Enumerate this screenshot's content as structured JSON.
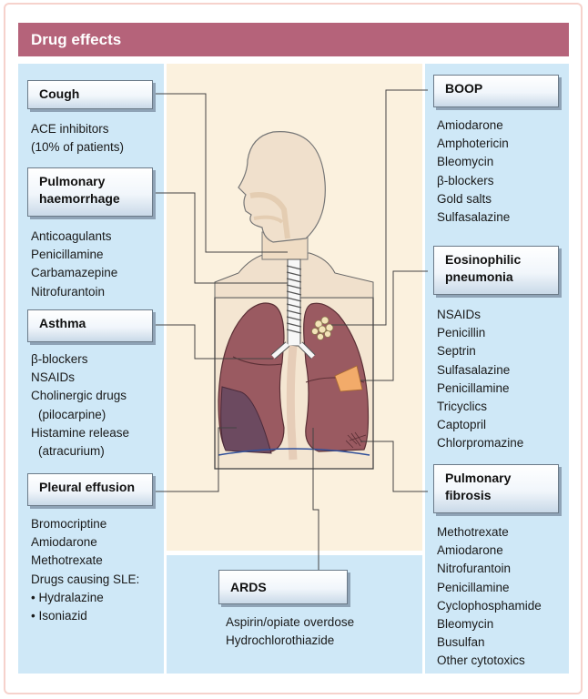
{
  "header": {
    "title": "Drug effects"
  },
  "colors": {
    "header": "#b5637a",
    "panel": "#cfe8f7",
    "center_background": "#fbf1de",
    "lung": "#9a5a61",
    "skin": "#f0e0cc",
    "border": "#f6d2cc"
  },
  "sections": {
    "cough": {
      "title": "Cough",
      "items": [
        "ACE inhibitors",
        "(10% of patients)"
      ]
    },
    "pulmonary_haemorrhage": {
      "title": [
        "Pulmonary",
        "haemorrhage"
      ],
      "items": [
        "Anticoagulants",
        "Penicillamine",
        "Carbamazepine",
        "Nitrofurantoin"
      ]
    },
    "asthma": {
      "title": "Asthma",
      "items": [
        "β-blockers",
        "NSAIDs",
        "Cholinergic drugs",
        "(pilocarpine)",
        "Histamine release",
        "(atracurium)"
      ]
    },
    "pleural_effusion": {
      "title": "Pleural effusion",
      "items": [
        "Bromocriptine",
        "Amiodarone",
        "Methotrexate",
        "Drugs causing SLE:",
        "• Hydralazine",
        "• Isoniazid"
      ]
    },
    "boop": {
      "title": "BOOP",
      "items": [
        "Amiodarone",
        "Amphotericin",
        "Bleomycin",
        "β-blockers",
        "Gold salts",
        "Sulfasalazine"
      ]
    },
    "eosinophilic_pneumonia": {
      "title": [
        "Eosinophilic",
        "pneumonia"
      ],
      "items": [
        "NSAIDs",
        "Penicillin",
        "Septrin",
        "Sulfasalazine",
        "Penicillamine",
        "Tricyclics",
        "Captopril",
        "Chlorpromazine"
      ]
    },
    "pulmonary_fibrosis": {
      "title": [
        "Pulmonary",
        "fibrosis"
      ],
      "items": [
        "Methotrexate",
        "Amiodarone",
        "Nitrofurantoin",
        "Penicillamine",
        "Cyclophosphamide",
        "Bleomycin",
        "Busulfan",
        "Other cytotoxics"
      ]
    },
    "ards": {
      "title": "ARDS",
      "items": [
        "Aspirin/opiate overdose",
        "Hydrochlorothiazide"
      ]
    }
  }
}
